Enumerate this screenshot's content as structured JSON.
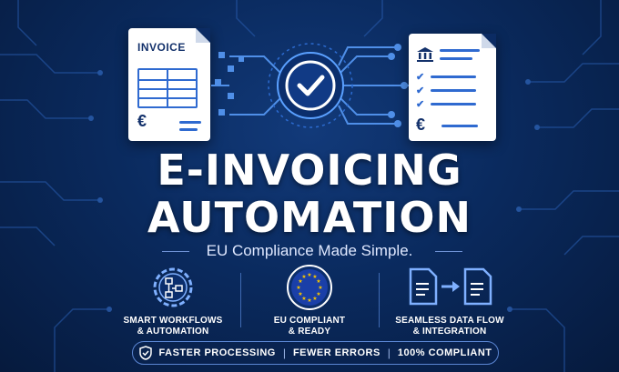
{
  "left_document": {
    "title": "INVOICE",
    "currency": "€"
  },
  "right_document": {
    "currency": "€"
  },
  "headline": {
    "line1": "E-INVOICING",
    "line2": "AUTOMATION"
  },
  "subtitle": "EU Compliance Made Simple.",
  "features": [
    {
      "icon": "workflow-gear-icon",
      "line1": "SMART WORKFLOWS",
      "line2": "& AUTOMATION"
    },
    {
      "icon": "eu-flag-icon",
      "line1": "EU COMPLIANT",
      "line2": "& READY"
    },
    {
      "icon": "data-flow-icon",
      "line1": "SEAMLESS DATA FLOW",
      "line2": "& INTEGRATION"
    }
  ],
  "bottom_bar": {
    "icon": "shield-check-icon",
    "items": [
      "FASTER PROCESSING",
      "FEWER ERRORS",
      "100% COMPLIANT"
    ],
    "separator": "|"
  },
  "center_icon": "checkmark-circle-icon",
  "colors": {
    "background": "#0a2a5e",
    "accent": "#2f6ad0",
    "eu_blue": "#1a3fa8",
    "eu_star": "#f5c400"
  }
}
